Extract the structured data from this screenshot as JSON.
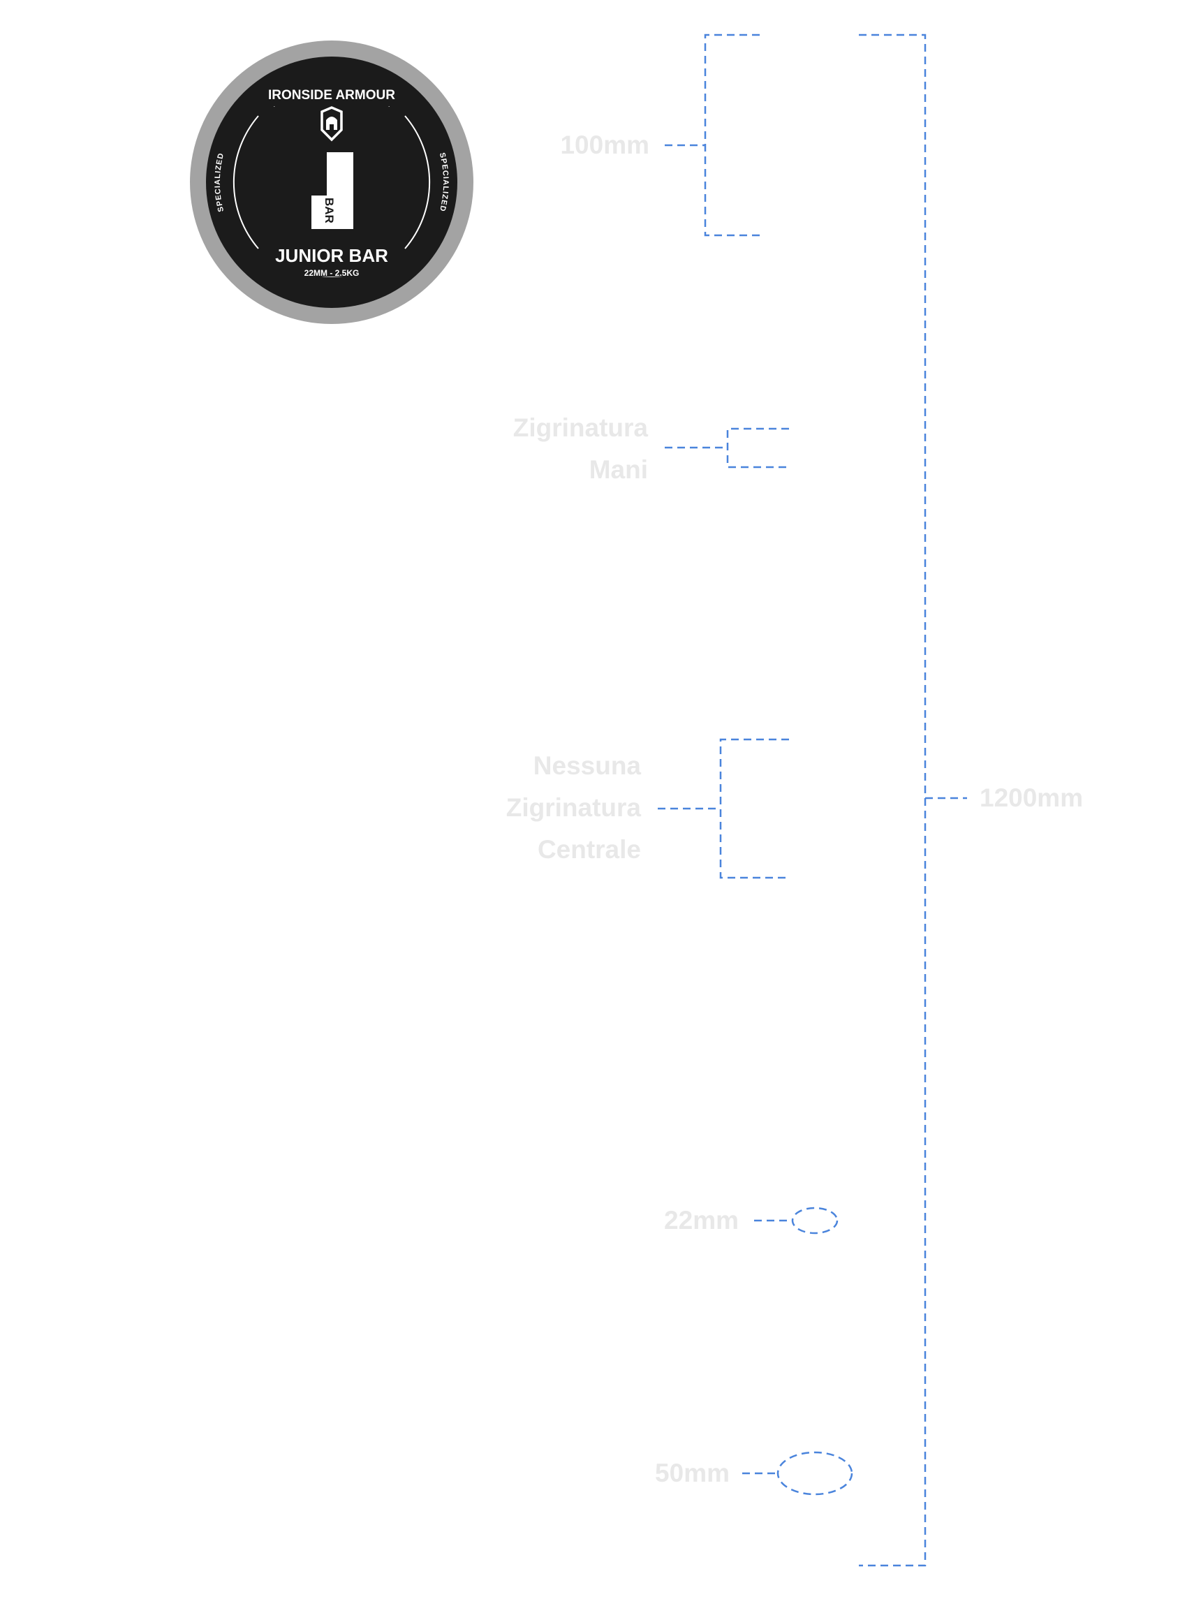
{
  "badge": {
    "brand": "IRONSIDE ARMOUR",
    "side_text": "SPECIALIZED",
    "monogram": "J",
    "monogram_sub": "BAR",
    "title": "JUNIOR BAR",
    "subtitle": "22MM - 2.5KG",
    "colors": {
      "ring": "#a3a3a3",
      "face": "#1b1b1b",
      "ink": "#ffffff"
    }
  },
  "annotations": {
    "sleeve_length": "100mm",
    "hand_knurl_line1": "Zigrinatura",
    "hand_knurl_line2": "Mani",
    "no_center_knurl_line1": "Nessuna",
    "no_center_knurl_line2": "Zigrinatura",
    "no_center_knurl_line3": "Centrale",
    "total_length": "1200mm",
    "shaft_diameter": "22mm",
    "sleeve_diameter": "50mm"
  },
  "colors": {
    "line": "#4a84dc",
    "label": "#e8e8e8"
  }
}
